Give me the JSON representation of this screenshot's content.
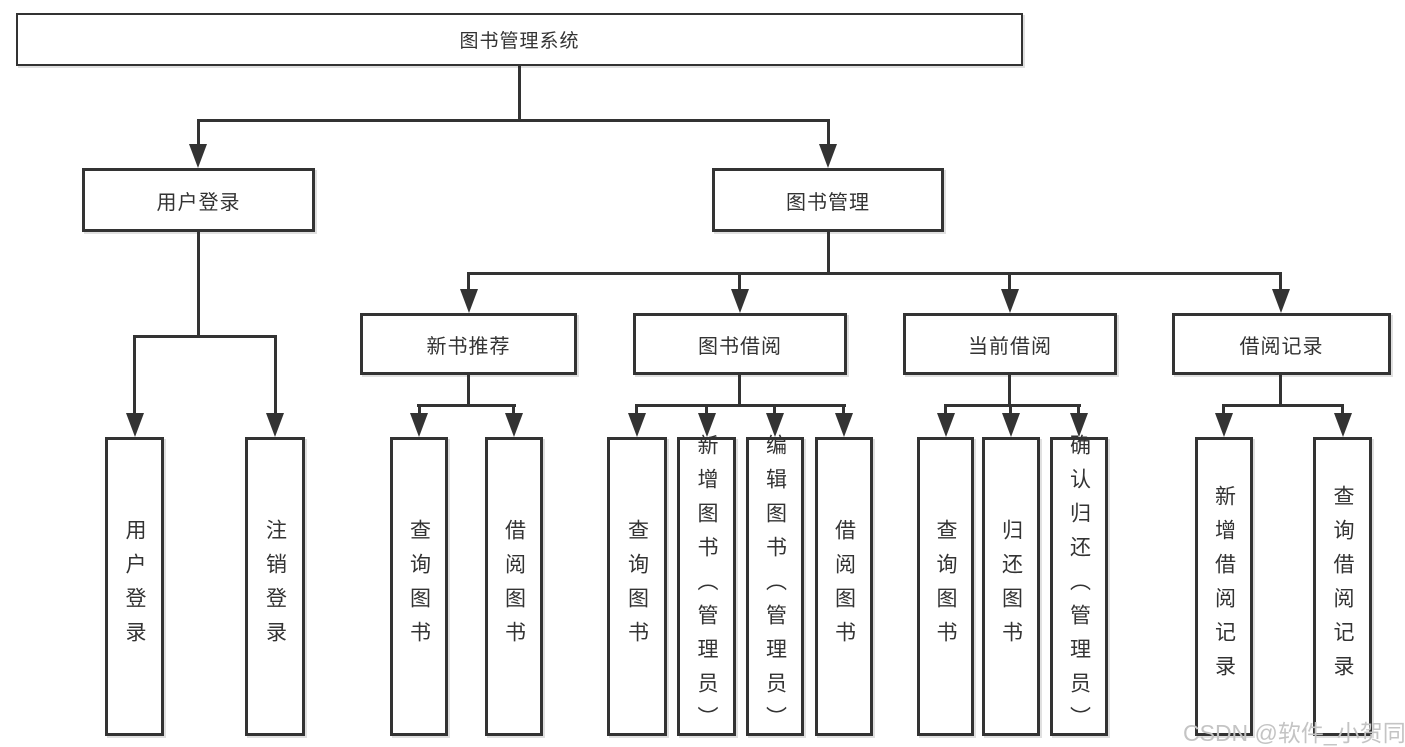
{
  "diagram": {
    "root": {
      "label": "图书管理系统"
    },
    "branches": [
      {
        "label": "用户登录",
        "children": [
          {
            "label": "用户登录"
          },
          {
            "label": "注销登录"
          }
        ]
      },
      {
        "label": "图书管理",
        "children": [
          {
            "label": "新书推荐",
            "children": [
              {
                "label": "查询图书"
              },
              {
                "label": "借阅图书"
              }
            ]
          },
          {
            "label": "图书借阅",
            "children": [
              {
                "label": "查询图书"
              },
              {
                "label": "新增图书（管理员）"
              },
              {
                "label": "编辑图书（管理员）"
              },
              {
                "label": "借阅图书"
              }
            ]
          },
          {
            "label": "当前借阅",
            "children": [
              {
                "label": "查询图书"
              },
              {
                "label": "归还图书"
              },
              {
                "label": "确认归还（管理员）"
              }
            ]
          },
          {
            "label": "借阅记录",
            "children": [
              {
                "label": "新增借阅记录"
              },
              {
                "label": "查询借阅记录"
              }
            ]
          }
        ]
      }
    ]
  },
  "watermark": {
    "text": "CSDN @软件_小贺同学"
  },
  "colors": {
    "line": "#333333",
    "text": "#333333",
    "watermark": "#c4c4c4",
    "background": "#ffffff"
  }
}
